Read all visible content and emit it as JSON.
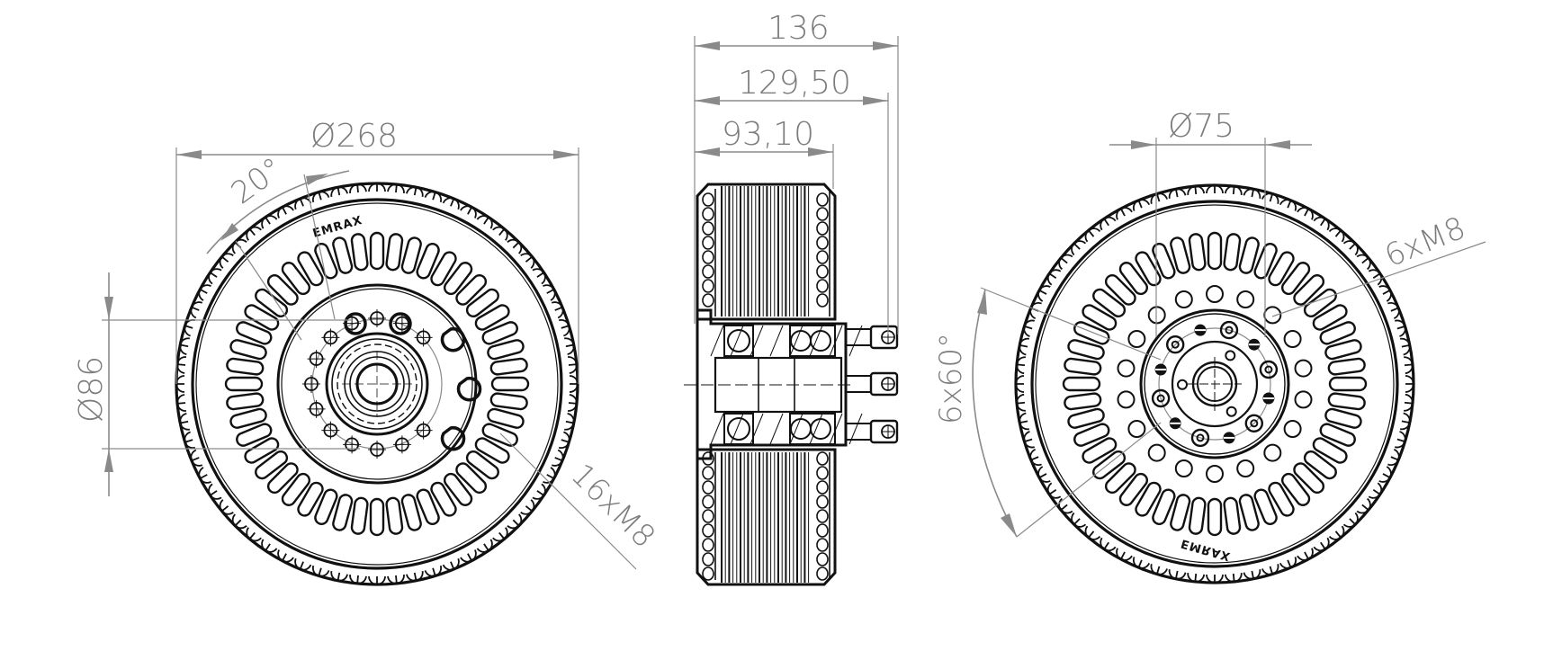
{
  "drawing": {
    "subject": "EMRAX axial flux electric motor technical drawing",
    "colors": {
      "line": "#111111",
      "dimension": "#8a8a8a",
      "text": "#7d7d7d",
      "background": "#ffffff"
    },
    "views": {
      "front_left": {
        "logo": "EMRAX",
        "dimensions": {
          "outer_diameter": "Ø268",
          "bolt_circle": "Ø86",
          "angle": "20°",
          "holes": "16xM8"
        }
      },
      "side": {
        "dimensions": {
          "overall_length": "136",
          "connector_length": "129,50",
          "body_length": "93,10"
        }
      },
      "front_right": {
        "logo": "EMRAX",
        "dimensions": {
          "shaft_circle": "Ø75",
          "holes": "6xM8",
          "angle": "6x60°"
        }
      }
    }
  }
}
